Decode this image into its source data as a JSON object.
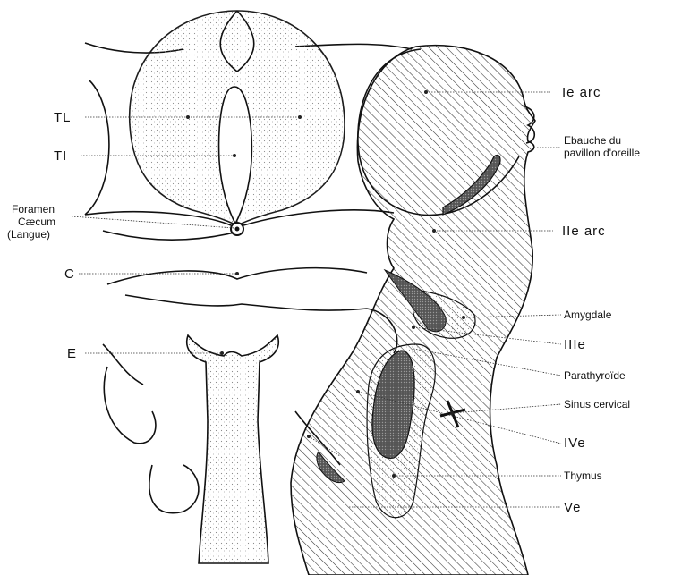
{
  "labels": {
    "tl": "TL",
    "ti": "TI",
    "foramen_line1": "Foramen",
    "foramen_line2": "Cæcum",
    "foramen_line3": "(Langue)",
    "c": "C",
    "e": "E",
    "arc1": "Ie arc",
    "ebauche_line1": "Ebauche du",
    "ebauche_line2": "pavillon d'oreille",
    "arc2": "IIe arc",
    "amygdale": "Amygdale",
    "arc3": "IIIe",
    "parathyroide": "Parathyroïde",
    "sinus": "Sinus cervical",
    "arc4": "IVe",
    "thymus": "Thymus",
    "arc5": "Ve"
  },
  "colors": {
    "ink": "#111111",
    "hatch": "#333333",
    "paper": "#ffffff",
    "stipple": "#8a8a8a"
  }
}
